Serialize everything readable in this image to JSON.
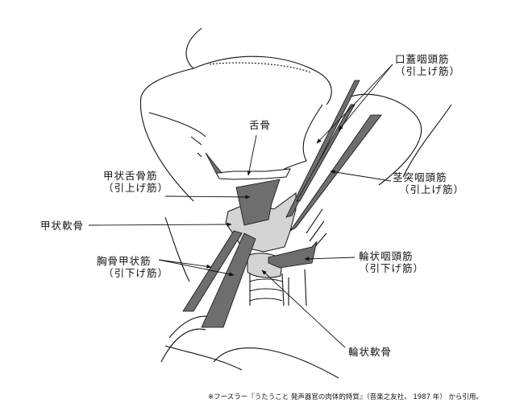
{
  "labels": {
    "palatopharyngeus": {
      "name": "口蓋咽頭筋",
      "role": "（引上げ筋）"
    },
    "hyoid": {
      "name": "舌骨"
    },
    "stylopharyngeus": {
      "name": "茎突咽頭筋",
      "role": "（引上げ筋）"
    },
    "thyrohyoid": {
      "name": "甲状舌骨筋",
      "role": "（引上げ筋）"
    },
    "thyroid_cartilage": {
      "name": "甲状軟骨"
    },
    "sternothyroid": {
      "name": "胸骨甲状筋",
      "role": "（引下げ筋）"
    },
    "cricopharyngeus": {
      "name": "輪状咽頭筋",
      "role": "（引下げ筋）"
    },
    "cricoid_cartilage": {
      "name": "輪状軟骨"
    }
  },
  "citation": "※フースラー『うたうこと 発声器官の肉体的特質』（音楽之友社、 1987 年） から引用。",
  "colors": {
    "muscle": "#6e6e6e",
    "cartilage": "#d4d4d4",
    "line": "#111111"
  }
}
